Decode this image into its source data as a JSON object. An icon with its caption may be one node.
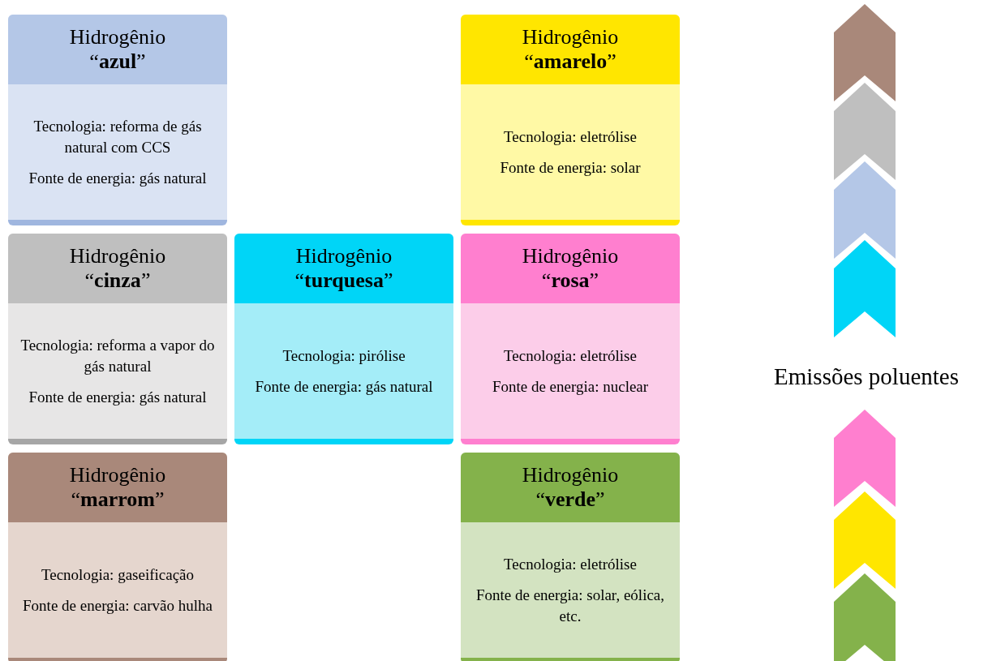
{
  "diagram": {
    "nodes": [
      {
        "text": [
          "Hidrogênio “**azul**”",
          "Tecnologia: reforma de gás natural com CCS",
          "Fonte de energia: gás natural"
        ]
      },
      {
        "text": [
          "Hidrogênio “**amarelo**”",
          "Tecnologia: eletrólise",
          "Fonte de energia: solar"
        ]
      },
      {
        "text": [
          "Hidrogênio “**cinza**”",
          "Tecnologia: reforma a vapor do gás natural",
          "Fonte de energia: gás natural"
        ]
      },
      {
        "text": [
          "Hidrogênio “**turquesa**”",
          "Tecnologia: pirólise",
          "Fonte de energia: gás natural"
        ]
      },
      {
        "text": [
          "Hidrogênio “**rosa**”",
          "Tecnologia: eletrólise",
          "Fonte de energia: nuclear"
        ]
      },
      {
        "text": [
          "Hidrogênio “**marrom**”",
          "Tecnologia: gaseificação",
          "Fonte de energia: carvão hulha"
        ]
      },
      {
        "text": [
          "Hidrogênio “**verde**”",
          "Tecnologia: eletrólise",
          "Fonte de energia: solar, eólica, etc."
        ]
      }
    ],
    "labels": [
      "Emissões poluentes"
    ]
  }
}
